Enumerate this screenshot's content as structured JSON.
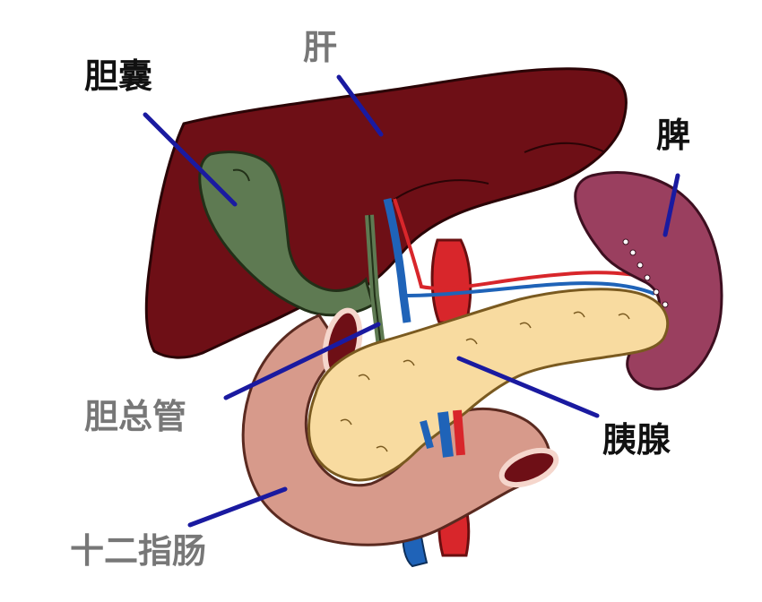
{
  "labels": {
    "liver": "肝",
    "gallbladder": "胆囊",
    "spleen": "脾",
    "common_bile_duct": "胆总管",
    "pancreas": "胰腺",
    "duodenum": "十二指肠"
  },
  "colors": {
    "liver": "#6e0f16",
    "gallbladder": "#5e7a52",
    "spleen": "#9a3f5f",
    "pancreas": "#f8dba0",
    "duodenum": "#d79a8b",
    "artery": "#d8262b",
    "vein": "#1f63b8",
    "pointer_line": "#1a1aa0",
    "label_dark": "#111111",
    "label_gray": "#777777"
  }
}
